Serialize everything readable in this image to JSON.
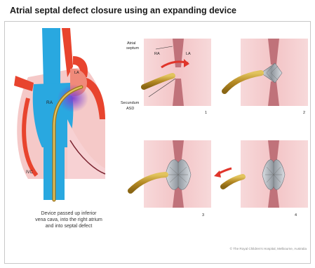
{
  "title": "Atrial septal defect closure using an expanding device",
  "labels": {
    "la_main": "LA",
    "ra_main": "RA",
    "ivc": "IVC",
    "atrial_septum": "Atrial\nseptum",
    "ra_panel": "RA",
    "la_panel": "LA",
    "secundum_asd": "Secundum\nASD"
  },
  "panel_numbers": [
    "1",
    "2",
    "3",
    "4"
  ],
  "caption": "Device passed up inferior\nvena cava, into the right atrium\nand into septal defect",
  "credit": "© The Royal Children's Hospital, Melbourne, Australia",
  "colors": {
    "vessel_blue": "#29a8e0",
    "vessel_red": "#e8442e",
    "heart_tissue": "#f6cfd0",
    "septum": "#c0727a",
    "catheter": "#c8a23a",
    "arrow": "#e0352b"
  }
}
